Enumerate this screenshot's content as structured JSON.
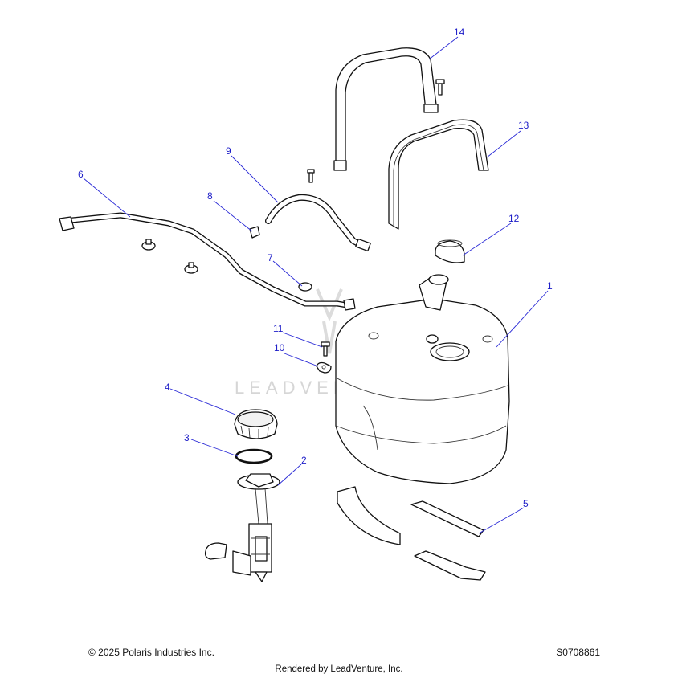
{
  "callouts": {
    "c1": "1",
    "c2": "2",
    "c3": "3",
    "c4": "4",
    "c5": "5",
    "c6": "6",
    "c7": "7",
    "c8": "8",
    "c9": "9",
    "c10": "10",
    "c11": "11",
    "c12": "12",
    "c13": "13",
    "c14": "14"
  },
  "watermark": {
    "text": "LEADVENTURE"
  },
  "footer": {
    "copyright": "© 2025 Polaris Industries Inc.",
    "diagram_id": "S0708861",
    "rendered_by": "Rendered by LeadVenture, Inc."
  },
  "colors": {
    "callout": "#1d1dc8",
    "line": "#111111",
    "watermark": "#d6d6d6"
  }
}
